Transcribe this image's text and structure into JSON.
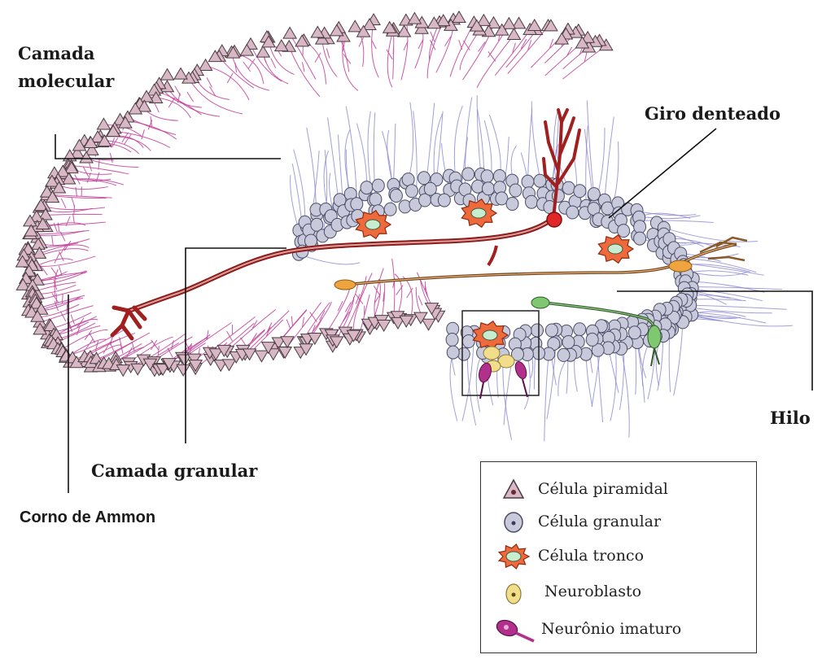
{
  "labels": {
    "camada_molecular_line1": "Camada",
    "camada_molecular_line2": "molecular",
    "giro_denteado": "Giro denteado",
    "hilo": "Hilo",
    "camada_granular": "Camada granular",
    "corno_de_ammon": "Corno de Ammon"
  },
  "legend": {
    "items": [
      {
        "label": "Célula piramidal",
        "icon": "pyramidal-cell-icon"
      },
      {
        "label": "Célula granular",
        "icon": "granule-cell-icon"
      },
      {
        "label": "Célula tronco",
        "icon": "stem-cell-icon"
      },
      {
        "label": "Neuroblasto",
        "icon": "neuroblast-icon"
      },
      {
        "label": "Neurônio imaturo",
        "icon": "immature-neuron-icon"
      }
    ]
  },
  "colors": {
    "pyramidal_fill": "#d8b8c4",
    "pyramidal_stroke": "#4a3a42",
    "pyramidal_dendrite": "#c03c96",
    "granule_fill": "#c8cadb",
    "granule_stroke": "#4a4c66",
    "granule_dendrite": "#8a87cf",
    "mossy_fiber": "#a02020",
    "stem_cell": "#ee6a3c",
    "neuroblast": "#f2dd8a",
    "immature_neuron": "#b0308c",
    "green_neuron": "#5fa35a",
    "orange_axon": "#e8a04a"
  }
}
